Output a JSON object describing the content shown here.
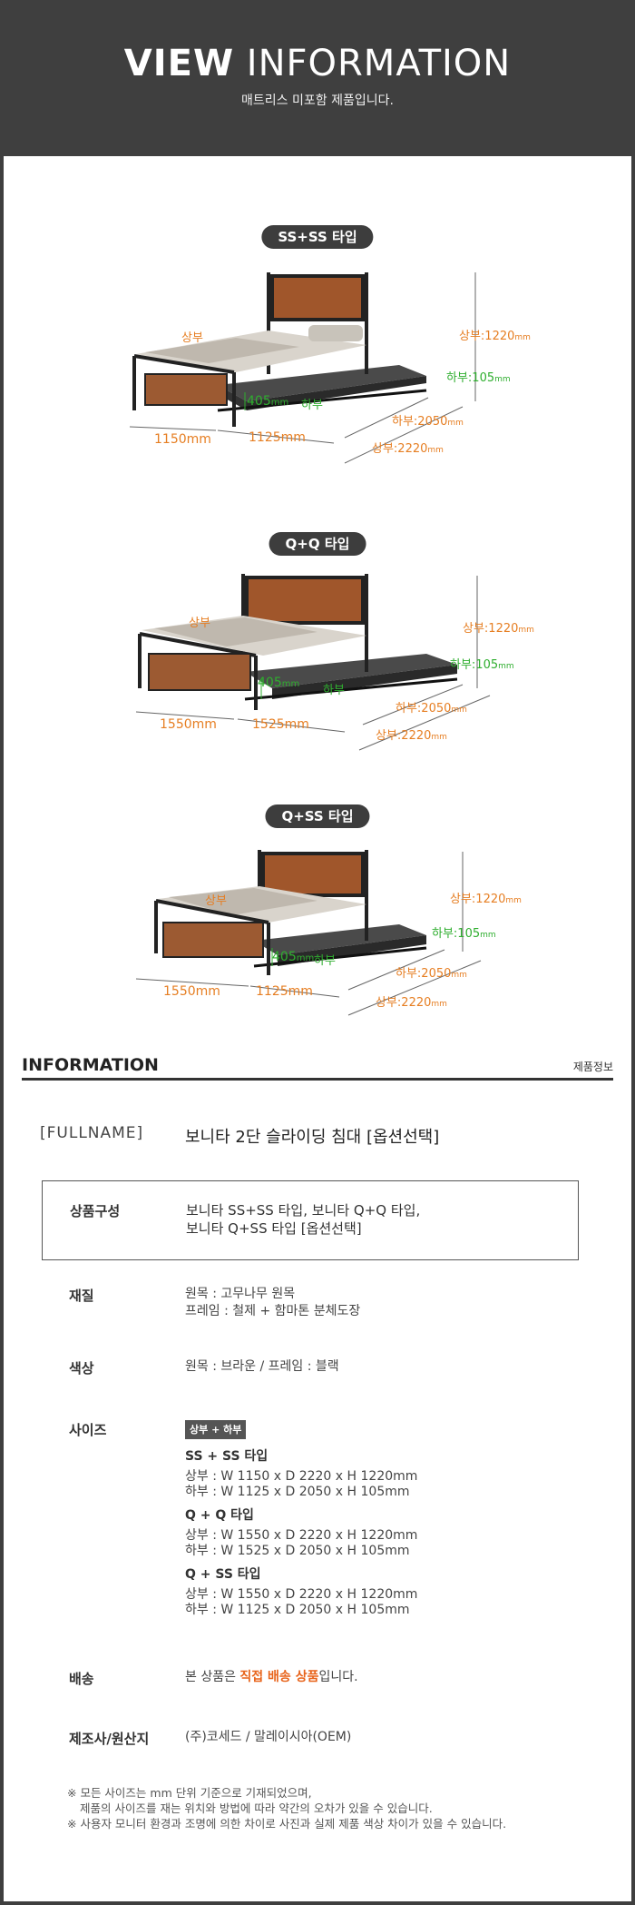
{
  "header": {
    "title_bold": "VIEW",
    "title_light": "INFORMATION",
    "subtitle": "매트리스 미포함 제품입니다."
  },
  "variants": [
    {
      "label": "SS+SS 타입",
      "upper_tag": "상부",
      "lower_tag": "하부",
      "w_upper": "1150mm",
      "w_lower": "1125mm",
      "h_lower": "405",
      "h_lower_unit": "mm",
      "height_upper": "상부:1220",
      "height_lower": "하부:105",
      "depth_lower": "하부:2050",
      "depth_upper": "상부:2220",
      "mm": "mm"
    },
    {
      "label": "Q+Q 타입",
      "upper_tag": "상부",
      "lower_tag": "하부",
      "w_upper": "1550mm",
      "w_lower": "1525mm",
      "h_lower": "405",
      "h_lower_unit": "mm",
      "height_upper": "상부:1220",
      "height_lower": "하부:105",
      "depth_lower": "하부:2050",
      "depth_upper": "상부:2220",
      "mm": "mm"
    },
    {
      "label": "Q+SS 타입",
      "upper_tag": "상부",
      "lower_tag": "하부",
      "w_upper": "1550mm",
      "w_lower": "1125mm",
      "h_lower": "405",
      "h_lower_unit": "mm",
      "height_upper": "상부:1220",
      "height_lower": "하부:105",
      "depth_lower": "하부:2050",
      "depth_upper": "상부:2220",
      "mm": "mm"
    }
  ],
  "info": {
    "title": "INFORMATION",
    "right_label": "제품정보",
    "fullname_key": "[FULLNAME]",
    "fullname_value": "보니타 2단 슬라이딩 침대 [옵션선택]",
    "composition_key": "상품구성",
    "composition_line1": "보니타 SS+SS 타입, 보니타 Q+Q 타입,",
    "composition_line2": "보니타 Q+SS 타입 [옵션선택]",
    "material_key": "재질",
    "material_line1": "원목 : 고무나무 원목",
    "material_line2": "프레임 : 철제 + 함마톤 분체도장",
    "color_key": "색상",
    "color_value": "원목 : 브라운 / 프레임 : 블랙",
    "size_key": "사이즈",
    "size_badge": "상부 + 하부",
    "sizes": [
      {
        "title": "SS + SS 타입",
        "upper": "상부 : W 1150 x D 2220  x H 1220mm",
        "lower": "하부 : W 1125 x D 2050  x H 105mm"
      },
      {
        "title": "Q + Q 타입",
        "upper": "상부 : W 1550 x D 2220  x H 1220mm",
        "lower": "하부 : W 1525 x D 2050  x H 105mm"
      },
      {
        "title": "Q + SS 타입",
        "upper": "상부 : W 1550 x D 2220  x H 1220mm",
        "lower": "하부 : W 1125 x D 2050  x H 105mm"
      }
    ],
    "delivery_key": "배송",
    "delivery_pre": "본 상품은 ",
    "delivery_highlight": "직접 배송 상품",
    "delivery_post": "입니다.",
    "maker_key": "제조사/원산지",
    "maker_value": "(주)코세드 / 말레이시아(OEM)",
    "note1": "※ 모든 사이즈는 mm 단위 기준으로 기재되었으며,",
    "note2": "제품의 사이즈를 재는 위치와 방법에 따라 약간의 오차가 있을 수 있습니다.",
    "note3": "※ 사용자 모니터 환경과 조명에 의한 차이로 사진과 실제 제품 색상 차이가 있을 수 있습니다."
  }
}
